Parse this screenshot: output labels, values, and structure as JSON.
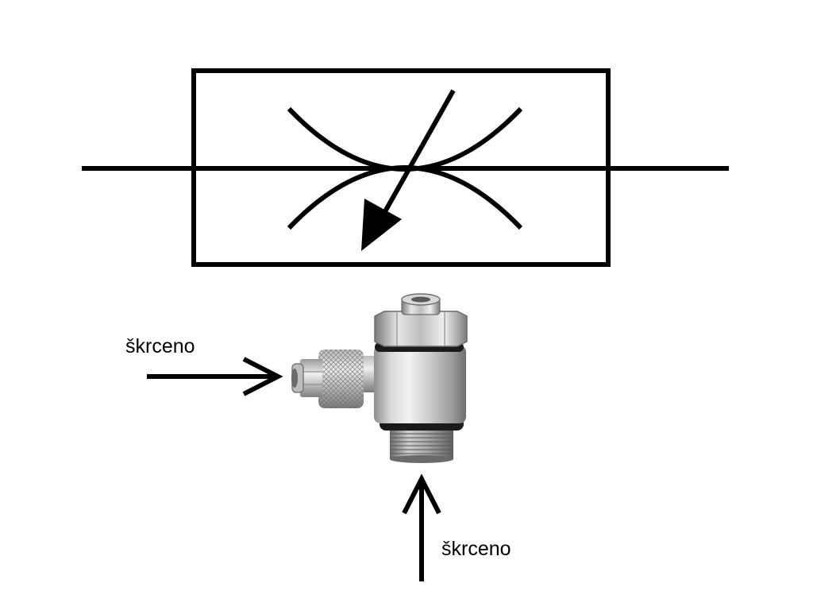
{
  "labels": {
    "left_arrow": "škrceno",
    "bottom_arrow": "škrceno"
  },
  "colors": {
    "line": "#000000",
    "background": "#ffffff",
    "metal": "#c8c8c8"
  },
  "icons": {
    "symbol": "adjustable-throttle-valve-symbol",
    "photo": "one-way-flow-control-valve-fitting"
  }
}
